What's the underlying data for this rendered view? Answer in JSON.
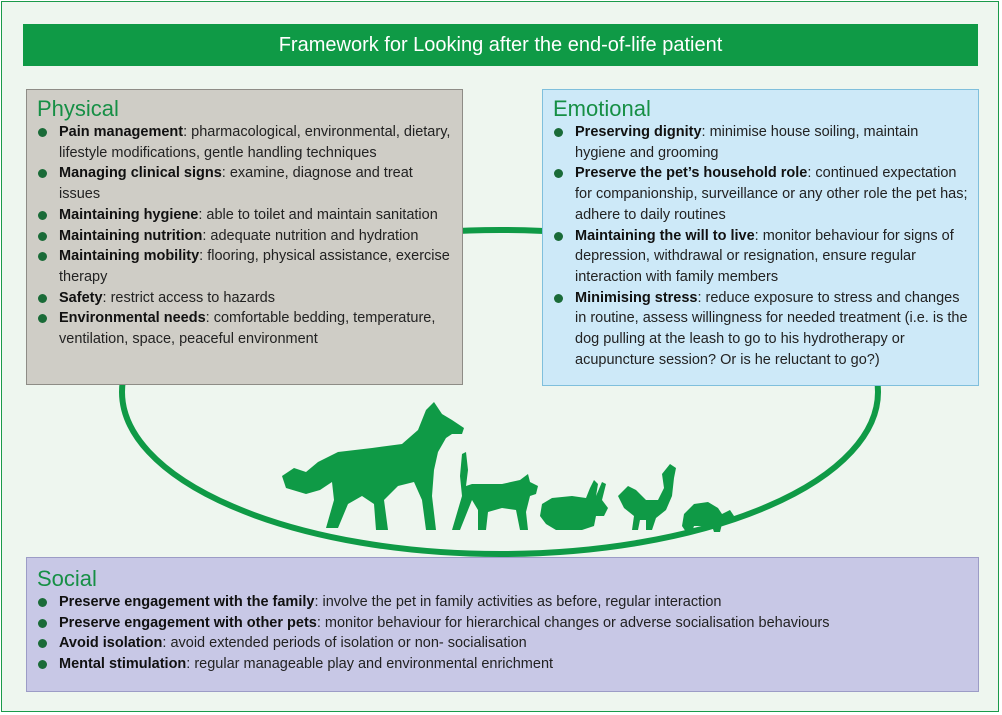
{
  "title": "Framework for Looking after the end-of-life patient",
  "colors": {
    "green": "#0f9a46",
    "physical_bg": "#cfcdc6",
    "emotional_bg": "#cde9f8",
    "social_bg": "#c8c8e6"
  },
  "physical": {
    "heading": "Physical",
    "items": [
      {
        "term": "Pain management",
        "text": ": pharmacological, environmental, dietary, lifestyle modifications, gentle handling techniques"
      },
      {
        "term": "Managing clinical signs",
        "text": ": examine, diagnose and treat issues"
      },
      {
        "term": "Maintaining hygiene",
        "text": ": able to toilet and maintain sanitation"
      },
      {
        "term": "Maintaining nutrition",
        "text": ": adequate nutrition and hydration"
      },
      {
        "term": "Maintaining mobility",
        "text": ": flooring, physical assistance, exercise therapy"
      },
      {
        "term": "Safety",
        "text": ": restrict access to hazards"
      },
      {
        "term": "Environmental needs",
        "text": ": comfortable bedding, temperature, ventilation, space, peaceful environment"
      }
    ]
  },
  "emotional": {
    "heading": "Emotional",
    "items": [
      {
        "term": "Preserving dignity",
        "text": ": minimise house soiling, maintain hygiene and grooming"
      },
      {
        "term": "Preserve the pet’s household role",
        "text": ": continued expectation for companionship, surveillance or any other role the pet has; adhere to daily routines"
      },
      {
        "term": "Maintaining the will to live",
        "text": ": monitor behaviour for signs of depression, withdrawal or resignation, ensure regular interaction with family members"
      },
      {
        "term": "Minimising stress",
        "text": ": reduce exposure to stress and changes in routine, assess willingness for needed treatment (i.e. is the dog pulling at the leash to go to his hydrotherapy or acupuncture session? Or is he reluctant to go?)"
      }
    ]
  },
  "social": {
    "heading": "Social",
    "items": [
      {
        "term": "Preserve engagement with the family",
        "text": ": involve the pet in family activities as before, regular interaction"
      },
      {
        "term": "Preserve engagement with other pets",
        "text": ": monitor behaviour for hierarchical changes or adverse socialisation behaviours"
      },
      {
        "term": "Avoid isolation",
        "text": ": avoid extended periods of isolation or non- socialisation"
      },
      {
        "term": "Mental stimulation",
        "text": ": regular manageable play and environmental enrichment"
      }
    ]
  },
  "animals": [
    "dog-silhouette-icon",
    "cat-silhouette-icon",
    "rabbit-silhouette-icon",
    "chicken-silhouette-icon",
    "tortoise-silhouette-icon"
  ]
}
